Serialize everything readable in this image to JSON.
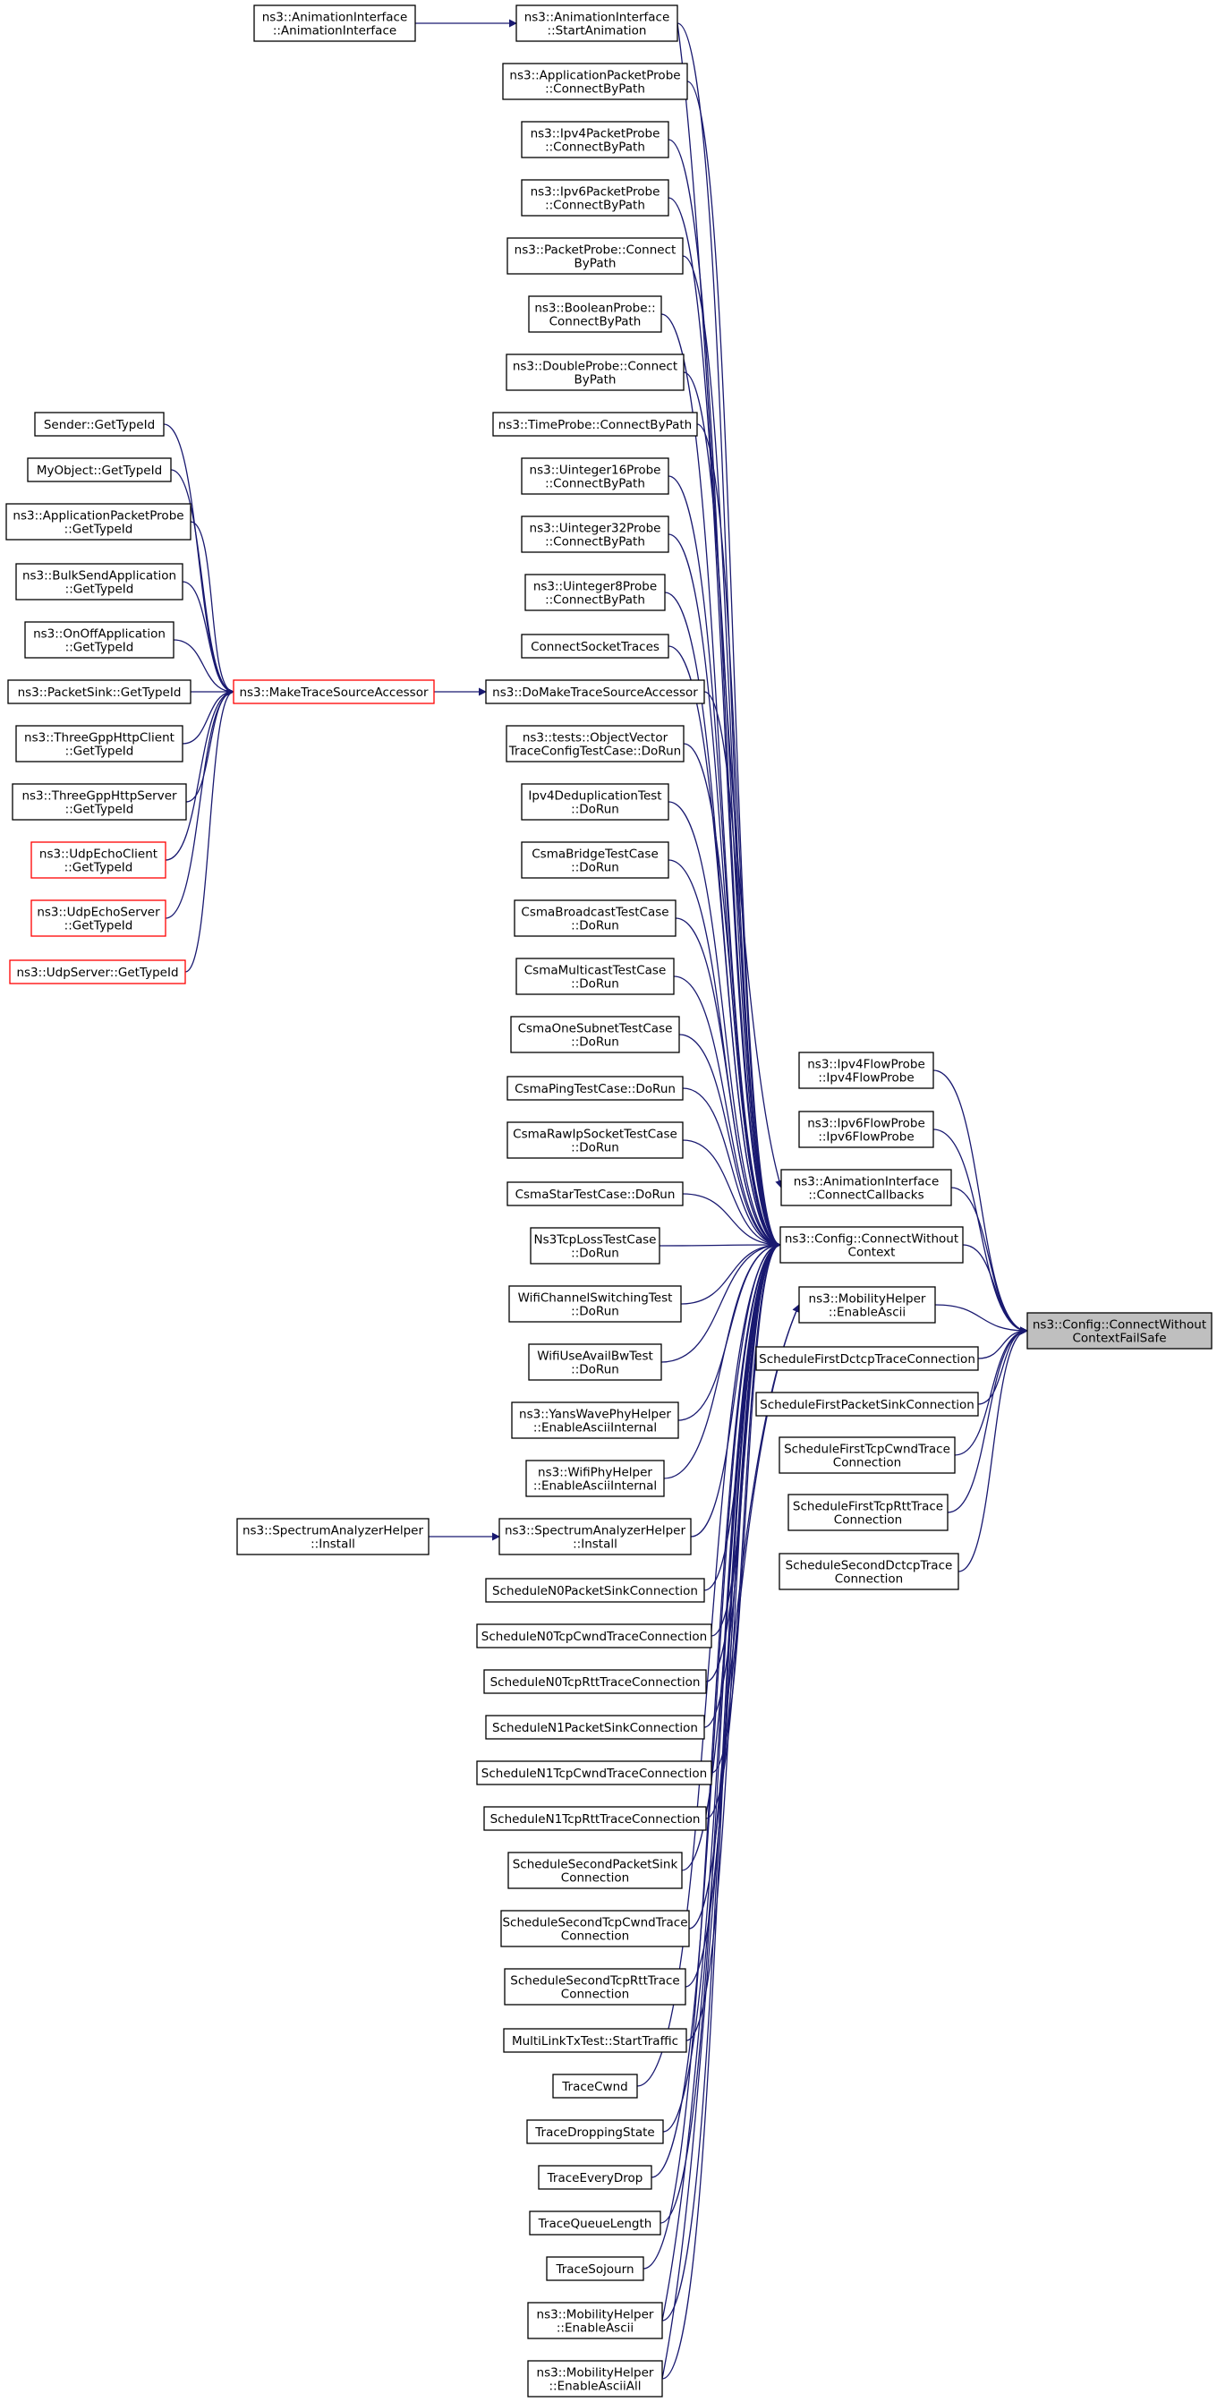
{
  "diagram": {
    "arrow_color": "#191970",
    "target_node": "ns3::Config::ConnectWithoutContextFailSafe",
    "nodes": {
      "target": [
        "ns3::Config::ConnectWithout",
        "ContextFailSafe"
      ],
      "connect_without_context": [
        "ns3::Config::ConnectWithout",
        "Context"
      ],
      "ipv4_flow_probe": [
        "ns3::Ipv4FlowProbe",
        "::Ipv4FlowProbe"
      ],
      "ipv6_flow_probe": [
        "ns3::Ipv6FlowProbe",
        "::Ipv6FlowProbe"
      ],
      "anim_connect_callbacks": [
        "ns3::AnimationInterface",
        "::ConnectCallbacks"
      ],
      "mobility_enable_ascii_right": [
        "ns3::MobilityHelper",
        "::EnableAscii"
      ],
      "sched_first_dctcp": [
        "ScheduleFirstDctcpTraceConnection"
      ],
      "sched_first_packet_sink": [
        "ScheduleFirstPacketSinkConnection"
      ],
      "sched_first_tcp_cwnd": [
        "ScheduleFirstTcpCwndTrace",
        "Connection"
      ],
      "sched_first_tcp_rtt": [
        "ScheduleFirstTcpRttTrace",
        "Connection"
      ],
      "sched_second_dctcp": [
        "ScheduleSecondDctcpTrace",
        "Connection"
      ],
      "anim_ctor": [
        "ns3::AnimationInterface",
        "::AnimationInterface"
      ],
      "anim_start": [
        "ns3::AnimationInterface",
        "::StartAnimation"
      ],
      "app_packet_probe_cbp": [
        "ns3::ApplicationPacketProbe",
        "::ConnectByPath"
      ],
      "ipv4_packet_probe_cbp": [
        "ns3::Ipv4PacketProbe",
        "::ConnectByPath"
      ],
      "ipv6_packet_probe_cbp": [
        "ns3::Ipv6PacketProbe",
        "::ConnectByPath"
      ],
      "packet_probe_cbp": [
        "ns3::PacketProbe::Connect",
        "ByPath"
      ],
      "boolean_probe_cbp": [
        "ns3::BooleanProbe::",
        "ConnectByPath"
      ],
      "double_probe_cbp": [
        "ns3::DoubleProbe::Connect",
        "ByPath"
      ],
      "time_probe_cbp": [
        "ns3::TimeProbe::ConnectByPath"
      ],
      "uint16_probe_cbp": [
        "ns3::Uinteger16Probe",
        "::ConnectByPath"
      ],
      "uint32_probe_cbp": [
        "ns3::Uinteger32Probe",
        "::ConnectByPath"
      ],
      "uint8_probe_cbp": [
        "ns3::Uinteger8Probe",
        "::ConnectByPath"
      ],
      "connect_socket_traces": [
        "ConnectSocketTraces"
      ],
      "do_make_trace_source_accessor": [
        "ns3::DoMakeTraceSourceAccessor"
      ],
      "make_trace_source_accessor": [
        "ns3::MakeTraceSourceAccessor"
      ],
      "object_vector_test": [
        "ns3::tests::ObjectVector",
        "TraceConfigTestCase::DoRun"
      ],
      "ipv4_dedup_test": [
        "Ipv4DeduplicationTest",
        "::DoRun"
      ],
      "csma_bridge_test": [
        "CsmaBridgeTestCase",
        "::DoRun"
      ],
      "csma_broadcast_test": [
        "CsmaBroadcastTestCase",
        "::DoRun"
      ],
      "csma_multicast_test": [
        "CsmaMulticastTestCase",
        "::DoRun"
      ],
      "csma_one_subnet_test": [
        "CsmaOneSubnetTestCase",
        "::DoRun"
      ],
      "csma_ping_test": [
        "CsmaPingTestCase::DoRun"
      ],
      "csma_raw_ip_test": [
        "CsmaRawIpSocketTestCase",
        "::DoRun"
      ],
      "csma_star_test": [
        "CsmaStarTestCase::DoRun"
      ],
      "ns3_tcp_loss_test": [
        "Ns3TcpLossTestCase",
        "::DoRun"
      ],
      "wifi_channel_switching_test": [
        "WifiChannelSwitchingTest",
        "::DoRun"
      ],
      "wifi_use_avail_bw_test": [
        "WifiUseAvailBwTest",
        "::DoRun"
      ],
      "yans_wave_enable_ascii": [
        "ns3::YansWavePhyHelper",
        "::EnableAsciiInternal"
      ],
      "wifi_phy_enable_ascii": [
        "ns3::WifiPhyHelper",
        "::EnableAsciiInternal"
      ],
      "spectrum_install_left": [
        "ns3::SpectrumAnalyzerHelper",
        "::Install"
      ],
      "spectrum_install_mid": [
        "ns3::SpectrumAnalyzerHelper",
        "::Install"
      ],
      "sched_n0_packet_sink": [
        "ScheduleN0PacketSinkConnection"
      ],
      "sched_n0_tcp_cwnd": [
        "ScheduleN0TcpCwndTraceConnection"
      ],
      "sched_n0_tcp_rtt": [
        "ScheduleN0TcpRttTraceConnection"
      ],
      "sched_n1_packet_sink": [
        "ScheduleN1PacketSinkConnection"
      ],
      "sched_n1_tcp_cwnd": [
        "ScheduleN1TcpCwndTraceConnection"
      ],
      "sched_n1_tcp_rtt": [
        "ScheduleN1TcpRttTraceConnection"
      ],
      "sched_second_packet_sink": [
        "ScheduleSecondPacketSink",
        "Connection"
      ],
      "sched_second_tcp_cwnd": [
        "ScheduleSecondTcpCwndTrace",
        "Connection"
      ],
      "sched_second_tcp_rtt": [
        "ScheduleSecondTcpRttTrace",
        "Connection"
      ],
      "multilink_start_traffic": [
        "MultiLinkTxTest::StartTraffic"
      ],
      "trace_cwnd": [
        "TraceCwnd"
      ],
      "trace_dropping_state": [
        "TraceDroppingState"
      ],
      "trace_every_drop": [
        "TraceEveryDrop"
      ],
      "trace_queue_length": [
        "TraceQueueLength"
      ],
      "trace_sojourn": [
        "TraceSojourn"
      ],
      "mobility_enable_ascii_bottom": [
        "ns3::MobilityHelper",
        "::EnableAscii"
      ],
      "mobility_enable_ascii_all": [
        "ns3::MobilityHelper",
        "::EnableAsciiAll"
      ],
      "sender_get_type_id": [
        "Sender::GetTypeId"
      ],
      "my_object_get_type_id": [
        "MyObject::GetTypeId"
      ],
      "app_packet_probe_gti": [
        "ns3::ApplicationPacketProbe",
        "::GetTypeId"
      ],
      "bulk_send_gti": [
        "ns3::BulkSendApplication",
        "::GetTypeId"
      ],
      "on_off_gti": [
        "ns3::OnOffApplication",
        "::GetTypeId"
      ],
      "packet_sink_gti": [
        "ns3::PacketSink::GetTypeId"
      ],
      "three_gpp_client_gti": [
        "ns3::ThreeGppHttpClient",
        "::GetTypeId"
      ],
      "three_gpp_server_gti": [
        "ns3::ThreeGppHttpServer",
        "::GetTypeId"
      ],
      "udp_echo_client_gti": [
        "ns3::UdpEchoClient",
        "::GetTypeId"
      ],
      "udp_echo_server_gti": [
        "ns3::UdpEchoServer",
        "::GetTypeId"
      ],
      "udp_server_gti": [
        "ns3::UdpServer::GetTypeId"
      ]
    }
  }
}
